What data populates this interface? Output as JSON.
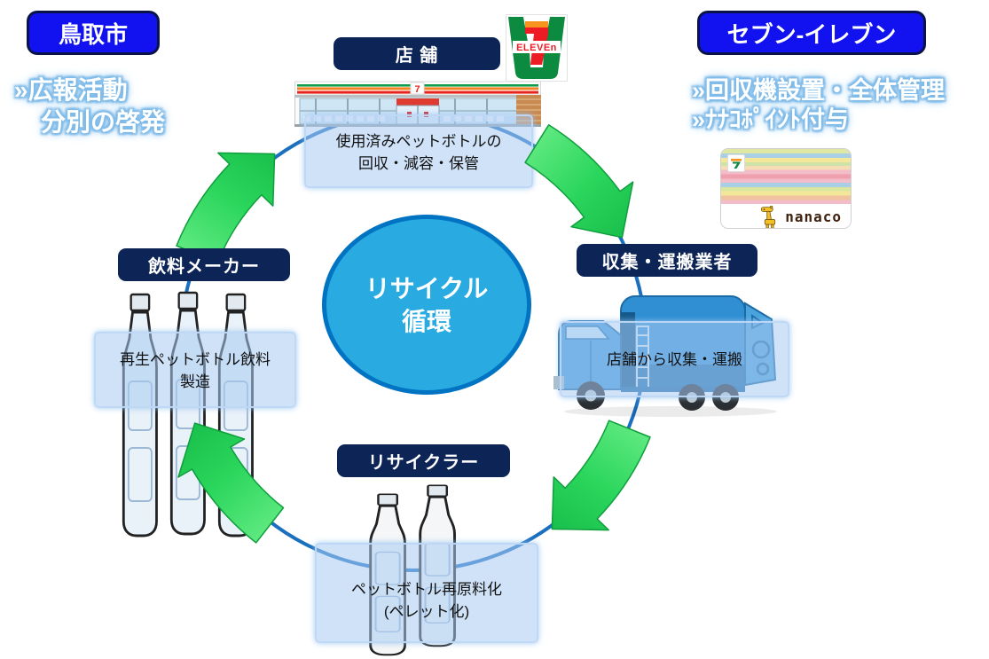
{
  "top_left": {
    "title": "鳥取市",
    "line1": "»広報活動",
    "line2": "分別の啓発"
  },
  "top_right": {
    "title": "セブン-イレブン",
    "line1": "»回収機設置・全体管理",
    "line2": "»ﾅﾅｺﾎﾟｲﾝﾄ付与"
  },
  "center_circle": {
    "line1": "リサイクル",
    "line2": "循環"
  },
  "nodes": {
    "store": {
      "label": "店 舗",
      "caption1": "使用済みペットボトルの",
      "caption2": "回収・減容・保管"
    },
    "collector": {
      "label": "収集・運搬業者",
      "caption1": "店舗から収集・運搬"
    },
    "recycler": {
      "label": "リサイクラー",
      "caption1": "ペットボトル再原料化",
      "caption2": "(ペレット化)"
    },
    "maker": {
      "label": "飲料メーカー",
      "caption1": "再生ペットボトル飲料",
      "caption2": "製造"
    }
  },
  "logos": {
    "seven": "7",
    "eleven": "ELEVEn",
    "nanaco": "nanaco"
  },
  "colors": {
    "ring": "#1b6fbf",
    "arrow_green_light": "#6cee8a",
    "arrow_green_dark": "#17bd4a",
    "circle_fill": "#29abe2",
    "circle_border": "#0073c2",
    "corner_box": "#1212f0",
    "node_label": "#0d2456"
  }
}
